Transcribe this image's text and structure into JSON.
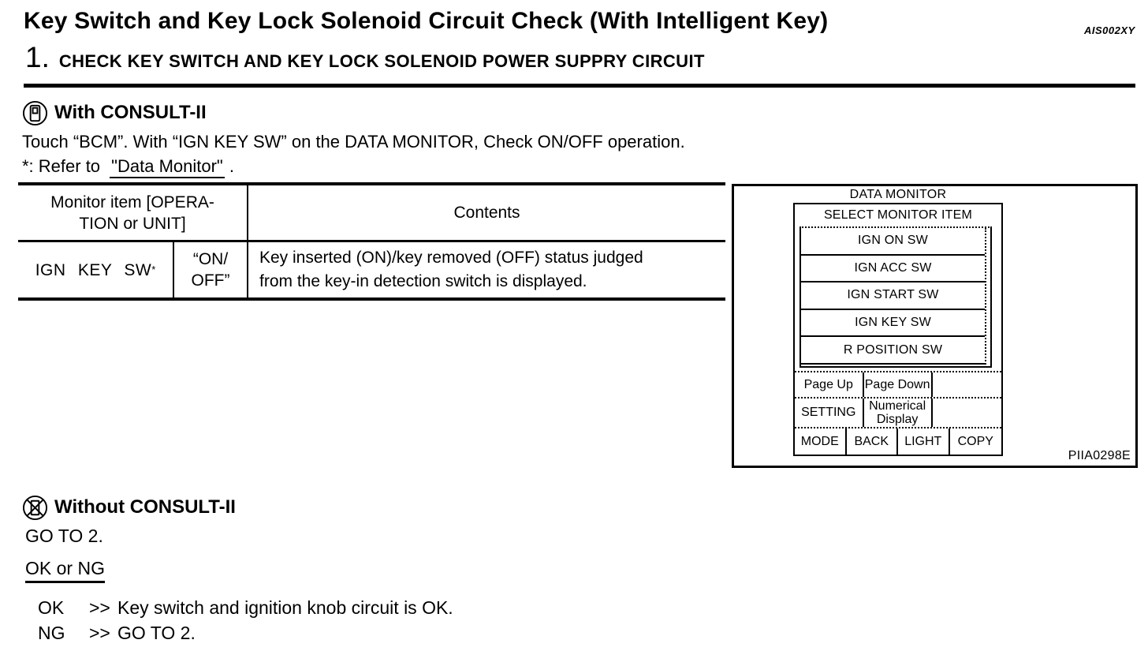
{
  "page": {
    "title": "Key Switch and Key Lock Solenoid Circuit Check (With Intelligent Key)",
    "code": "AIS002XY",
    "step_number": "1.",
    "step_title": "CHECK KEY SWITCH AND KEY LOCK SOLENOID POWER SUPPRY CIRCUIT"
  },
  "with_consult": {
    "heading": "With CONSULT-II",
    "line1": "Touch “BCM”. With “IGN KEY SW” on the DATA MONITOR, Check ON/OFF operation.",
    "refer_prefix": "*: Refer to",
    "refer_link": "\"Data Monitor\"",
    "refer_suffix": "."
  },
  "table": {
    "header": {
      "monitor": "Monitor item [OPERA-\nTION or UNIT]",
      "contents": "Contents"
    },
    "row": {
      "item": "IGN KEY SW",
      "item_superscript": "*",
      "operation": "“ON/\nOFF”",
      "contents": "Key inserted (ON)/key removed (OFF) status judged\nfrom the key-in detection switch is displayed."
    }
  },
  "figure": {
    "title": "DATA MONITOR",
    "screen_header": "SELECT MONITOR ITEM",
    "monitor_items": [
      "IGN ON SW",
      "IGN ACC SW",
      "IGN START SW",
      "IGN KEY SW",
      "R POSITION SW"
    ],
    "buttons_row1": [
      "Page Up",
      "Page Down",
      ""
    ],
    "buttons_row2": [
      "SETTING",
      "Numerical Display",
      ""
    ],
    "buttons_row3": [
      "MODE",
      "BACK",
      "LIGHT",
      "COPY"
    ],
    "figure_code": "PIIA0298E"
  },
  "without_consult": {
    "heading": "Without CONSULT-II",
    "body": "GO TO 2.",
    "result_heading": "OK or NG",
    "results": [
      {
        "label": "OK",
        "arrow": ">>",
        "text": "Key switch and ignition knob circuit is OK."
      },
      {
        "label": "NG",
        "arrow": ">>",
        "text": "GO TO 2."
      }
    ]
  }
}
